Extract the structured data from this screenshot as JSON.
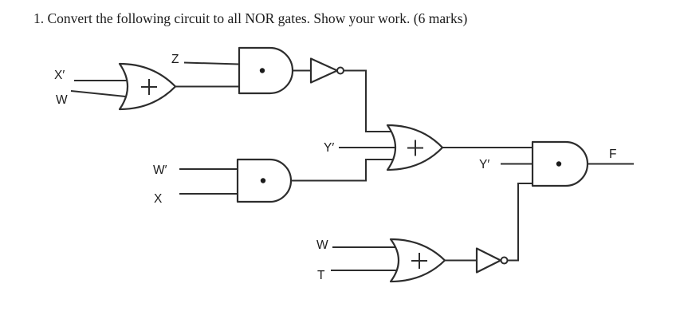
{
  "question": {
    "title": "1. Convert the following circuit to all NOR gates. Show your work. (6 marks)"
  },
  "circuit": {
    "labels": {
      "x_prime": "X′",
      "w_top": "W",
      "z": "Z",
      "w_prime": "W′",
      "x": "X",
      "y_prime_mid": "Y′",
      "y_prime_right": "Y′",
      "w_bottom": "W",
      "t": "T",
      "f": "F"
    },
    "gate_symbols": {
      "or_plus": "+",
      "and_dot": "•"
    },
    "gates": [
      {
        "id": "or1",
        "type": "OR",
        "symbol": "+",
        "inputs": [
          "X′",
          "W"
        ],
        "output": "to and1"
      },
      {
        "id": "and1",
        "type": "AND",
        "symbol": "•",
        "inputs": [
          "Z",
          "or1"
        ],
        "output": "to not1"
      },
      {
        "id": "not1",
        "type": "NOT",
        "symbol": "",
        "inputs": [
          "and1"
        ],
        "output": "to or2"
      },
      {
        "id": "and2",
        "type": "AND",
        "symbol": "•",
        "inputs": [
          "W′",
          "X"
        ],
        "output": "to or2"
      },
      {
        "id": "or2",
        "type": "OR",
        "symbol": "+",
        "inputs": [
          "not1",
          "Y′",
          "and2"
        ],
        "output": "to and3"
      },
      {
        "id": "or3",
        "type": "OR",
        "symbol": "+",
        "inputs": [
          "W",
          "T"
        ],
        "output": "to not2"
      },
      {
        "id": "not2",
        "type": "NOT",
        "symbol": "",
        "inputs": [
          "or3"
        ],
        "output": "to and3"
      },
      {
        "id": "and3",
        "type": "AND",
        "symbol": "•",
        "inputs": [
          "or2",
          "Y′",
          "not2"
        ],
        "output": "F"
      }
    ],
    "colors": {
      "line": "#2d2d2d",
      "background": "#ffffff",
      "text": "#1c1c1c"
    }
  }
}
